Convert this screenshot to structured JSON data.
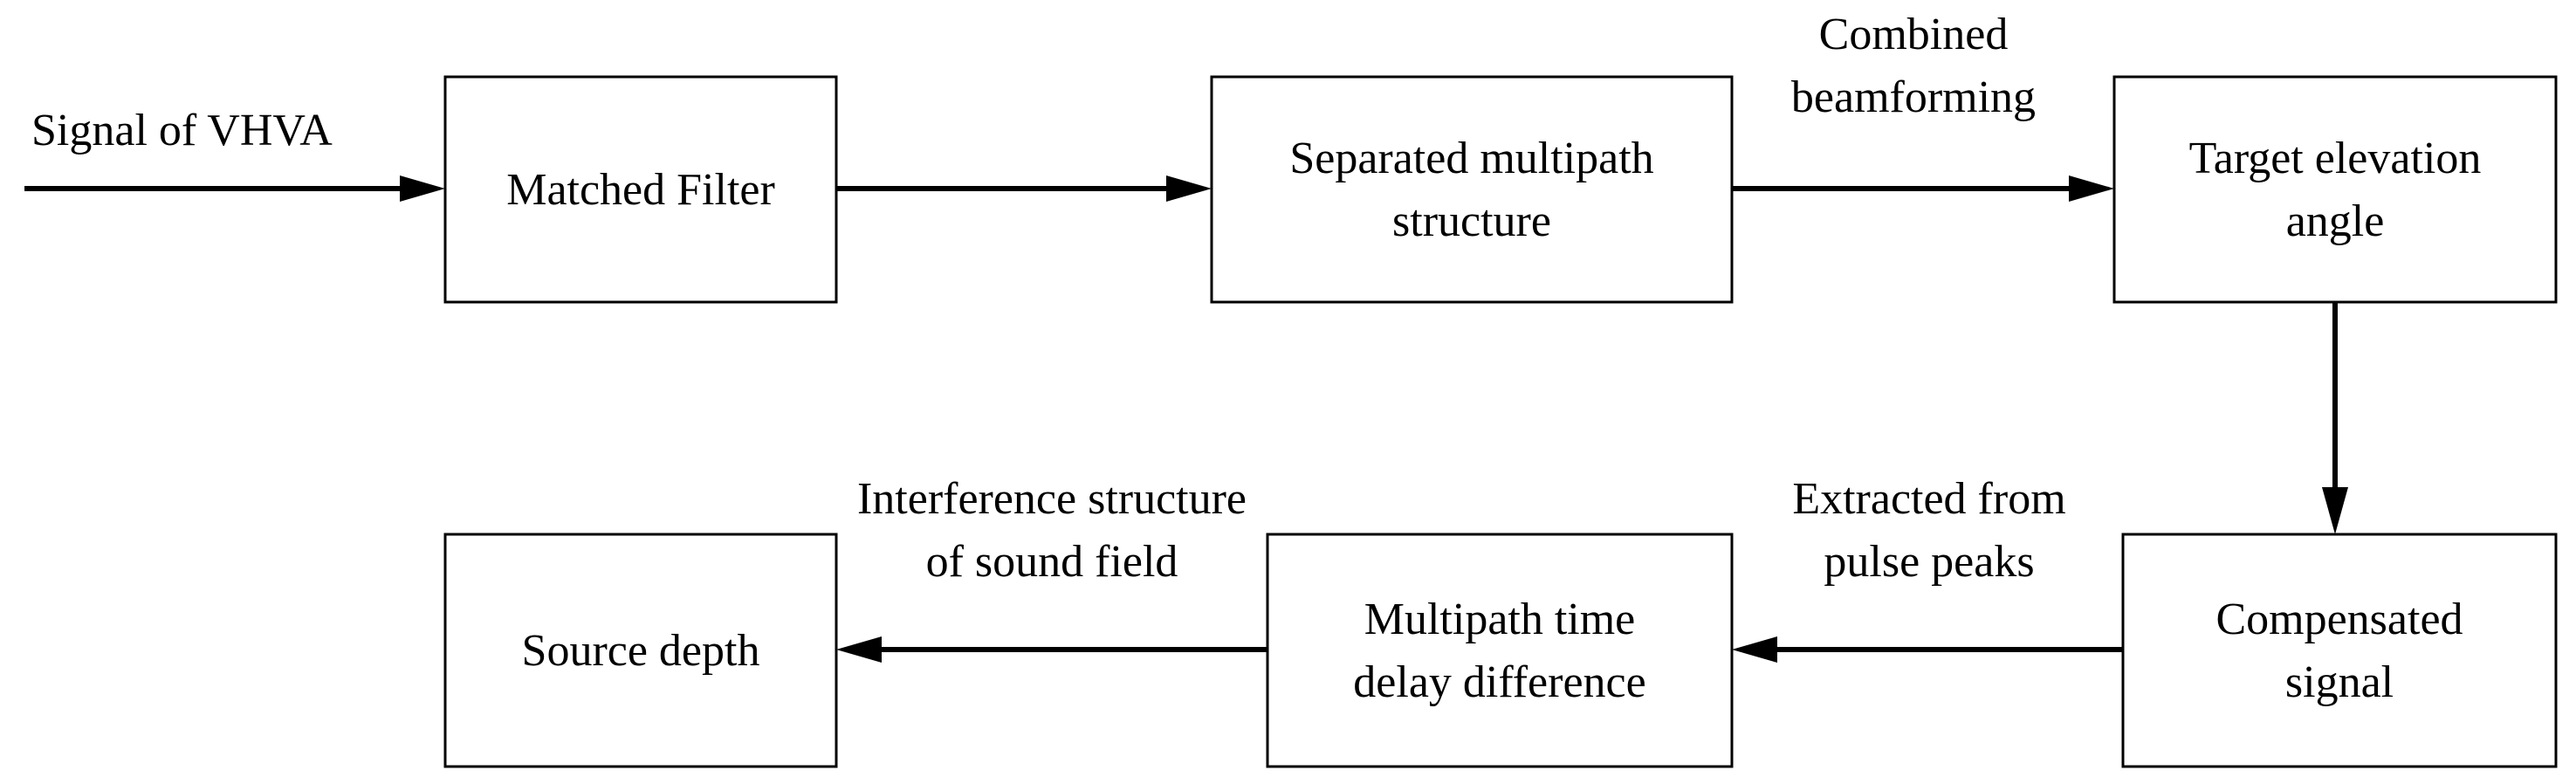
{
  "input_label": "Signal of VHVA",
  "boxes": {
    "matched_filter": [
      "Matched Filter"
    ],
    "separated_multipath": [
      "Separated multipath",
      "structure"
    ],
    "target_elevation": [
      "Target elevation",
      "angle"
    ],
    "compensated_signal": [
      "Compensated",
      "signal"
    ],
    "multipath_time_delay": [
      "Multipath time",
      "delay difference"
    ],
    "source_depth": [
      "Source depth"
    ]
  },
  "edge_labels": {
    "combined_beamforming": [
      "Combined",
      "beamforming"
    ],
    "extracted_from_pulse_peaks": [
      "Extracted from",
      "pulse peaks"
    ],
    "interference_structure": [
      "Interference structure",
      "of sound field"
    ]
  }
}
